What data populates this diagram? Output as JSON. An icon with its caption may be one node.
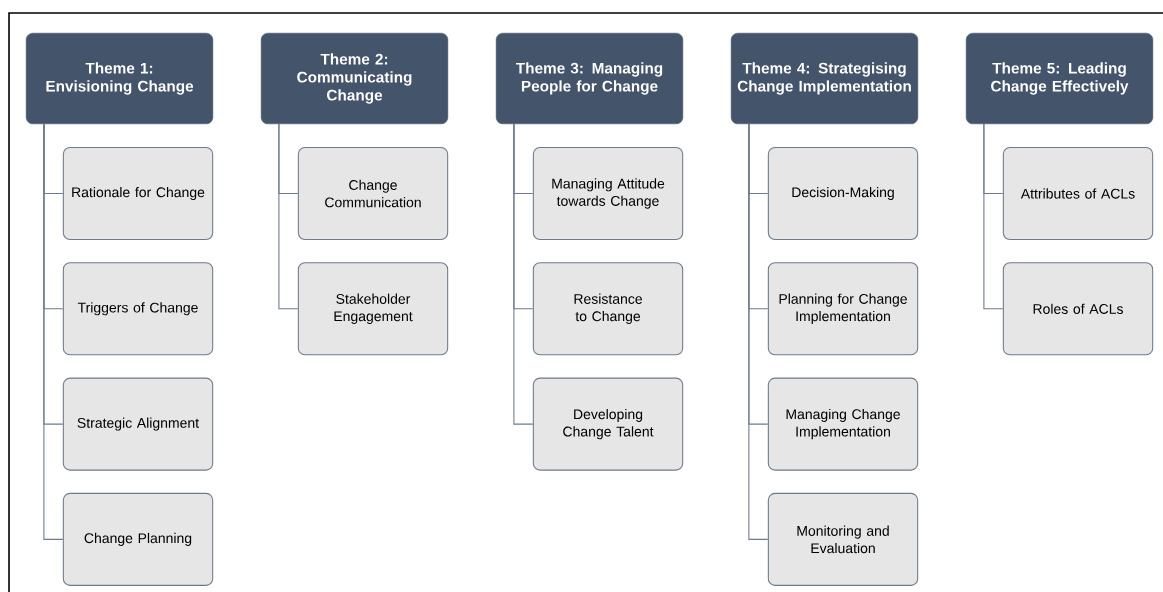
{
  "diagram": {
    "nodes": [
      {
        "text": [
          "Theme 1: Envisioning Change"
        ]
      },
      {
        "text": [
          "Rationale for Change"
        ]
      },
      {
        "text": [
          "Triggers of Change"
        ]
      },
      {
        "text": [
          "Strategic Alignment"
        ]
      },
      {
        "text": [
          "Change Planning"
        ]
      },
      {
        "text": [
          "Theme 2: Communicating Change"
        ]
      },
      {
        "text": [
          "Change Communication"
        ]
      },
      {
        "text": [
          "Stakeholder Engagement"
        ]
      },
      {
        "text": [
          "Theme 3: Managing People for Change"
        ]
      },
      {
        "text": [
          "Managing Attitude towards Change"
        ]
      },
      {
        "text": [
          "Resistance to Change"
        ]
      },
      {
        "text": [
          "Developing Change Talent"
        ]
      },
      {
        "text": [
          "Theme 4: Strategising Change Implementation"
        ]
      },
      {
        "text": [
          "Decision-Making"
        ]
      },
      {
        "text": [
          "Planning for Change Implementation"
        ]
      },
      {
        "text": [
          "Managing Change Implementation"
        ]
      },
      {
        "text": [
          "Monitoring and Evaluation"
        ]
      },
      {
        "text": [
          "Theme 5: Leading Change Effectively"
        ]
      },
      {
        "text": [
          "Attributes of ACLs"
        ]
      },
      {
        "text": [
          "Roles of ACLs"
        ]
      }
    ],
    "edges": [
      {
        "from": 0,
        "to": 1,
        "arrow": "none"
      },
      {
        "from": 0,
        "to": 2,
        "arrow": "none"
      },
      {
        "from": 0,
        "to": 3,
        "arrow": "none"
      },
      {
        "from": 0,
        "to": 4,
        "arrow": "none"
      },
      {
        "from": 5,
        "to": 6,
        "arrow": "none"
      },
      {
        "from": 5,
        "to": 7,
        "arrow": "none"
      },
      {
        "from": 8,
        "to": 9,
        "arrow": "none"
      },
      {
        "from": 8,
        "to": 10,
        "arrow": "none"
      },
      {
        "from": 8,
        "to": 11,
        "arrow": "none"
      },
      {
        "from": 12,
        "to": 13,
        "arrow": "none"
      },
      {
        "from": 12,
        "to": 14,
        "arrow": "none"
      },
      {
        "from": 12,
        "to": 15,
        "arrow": "none"
      },
      {
        "from": 12,
        "to": 16,
        "arrow": "none"
      },
      {
        "from": 17,
        "to": 18,
        "arrow": "none"
      },
      {
        "from": 17,
        "to": 19,
        "arrow": "none"
      }
    ]
  }
}
